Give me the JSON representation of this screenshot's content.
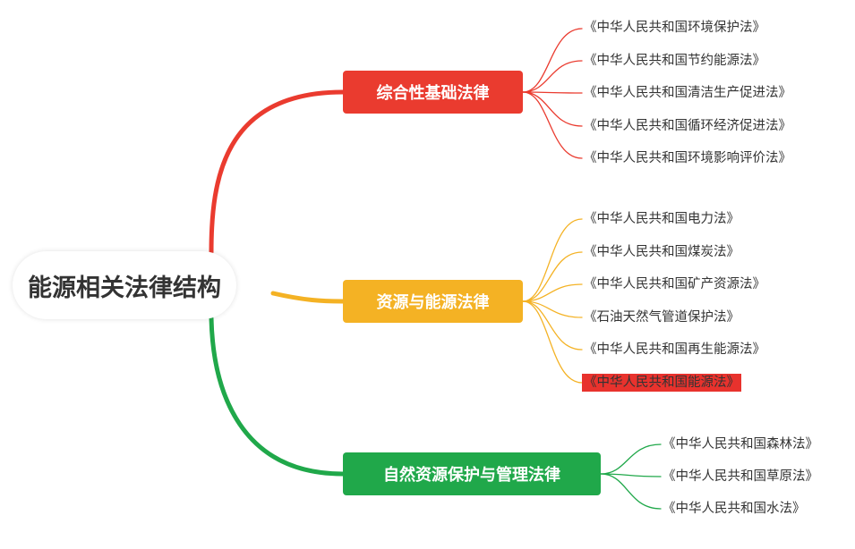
{
  "central": {
    "title": "能源相关法律结构"
  },
  "colors": {
    "red": "#ea3b2f",
    "yellow": "#f4b224",
    "green": "#20a84a",
    "highlight": "#e8322d"
  },
  "branches": [
    {
      "title": "综合性基础法律",
      "color": "#ea3b2f",
      "leaves": [
        {
          "text": "《中华人民共和国环境保护法》",
          "highlighted": false
        },
        {
          "text": "《中华人民共和国节约能源法》",
          "highlighted": false
        },
        {
          "text": "《中华人民共和国清洁生产促进法》",
          "highlighted": false
        },
        {
          "text": "《中华人民共和国循环经济促进法》",
          "highlighted": false
        },
        {
          "text": "《中华人民共和国环境影响评价法》",
          "highlighted": false
        }
      ]
    },
    {
      "title": "资源与能源法律",
      "color": "#f4b224",
      "leaves": [
        {
          "text": "《中华人民共和国电力法》",
          "highlighted": false
        },
        {
          "text": "《中华人民共和国煤炭法》",
          "highlighted": false
        },
        {
          "text": "《中华人民共和国矿产资源法》",
          "highlighted": false
        },
        {
          "text": "《石油天然气管道保护法》",
          "highlighted": false
        },
        {
          "text": "《中华人民共和国再生能源法》",
          "highlighted": false
        },
        {
          "text": "《中华人民共和国能源法》",
          "highlighted": true
        }
      ]
    },
    {
      "title": "自然资源保护与管理法律",
      "color": "#20a84a",
      "leaves": [
        {
          "text": "《中华人民共和国森林法》",
          "highlighted": false
        },
        {
          "text": "《中华人民共和国草原法》",
          "highlighted": false
        },
        {
          "text": "《中华人民共和国水法》",
          "highlighted": false
        }
      ]
    }
  ]
}
